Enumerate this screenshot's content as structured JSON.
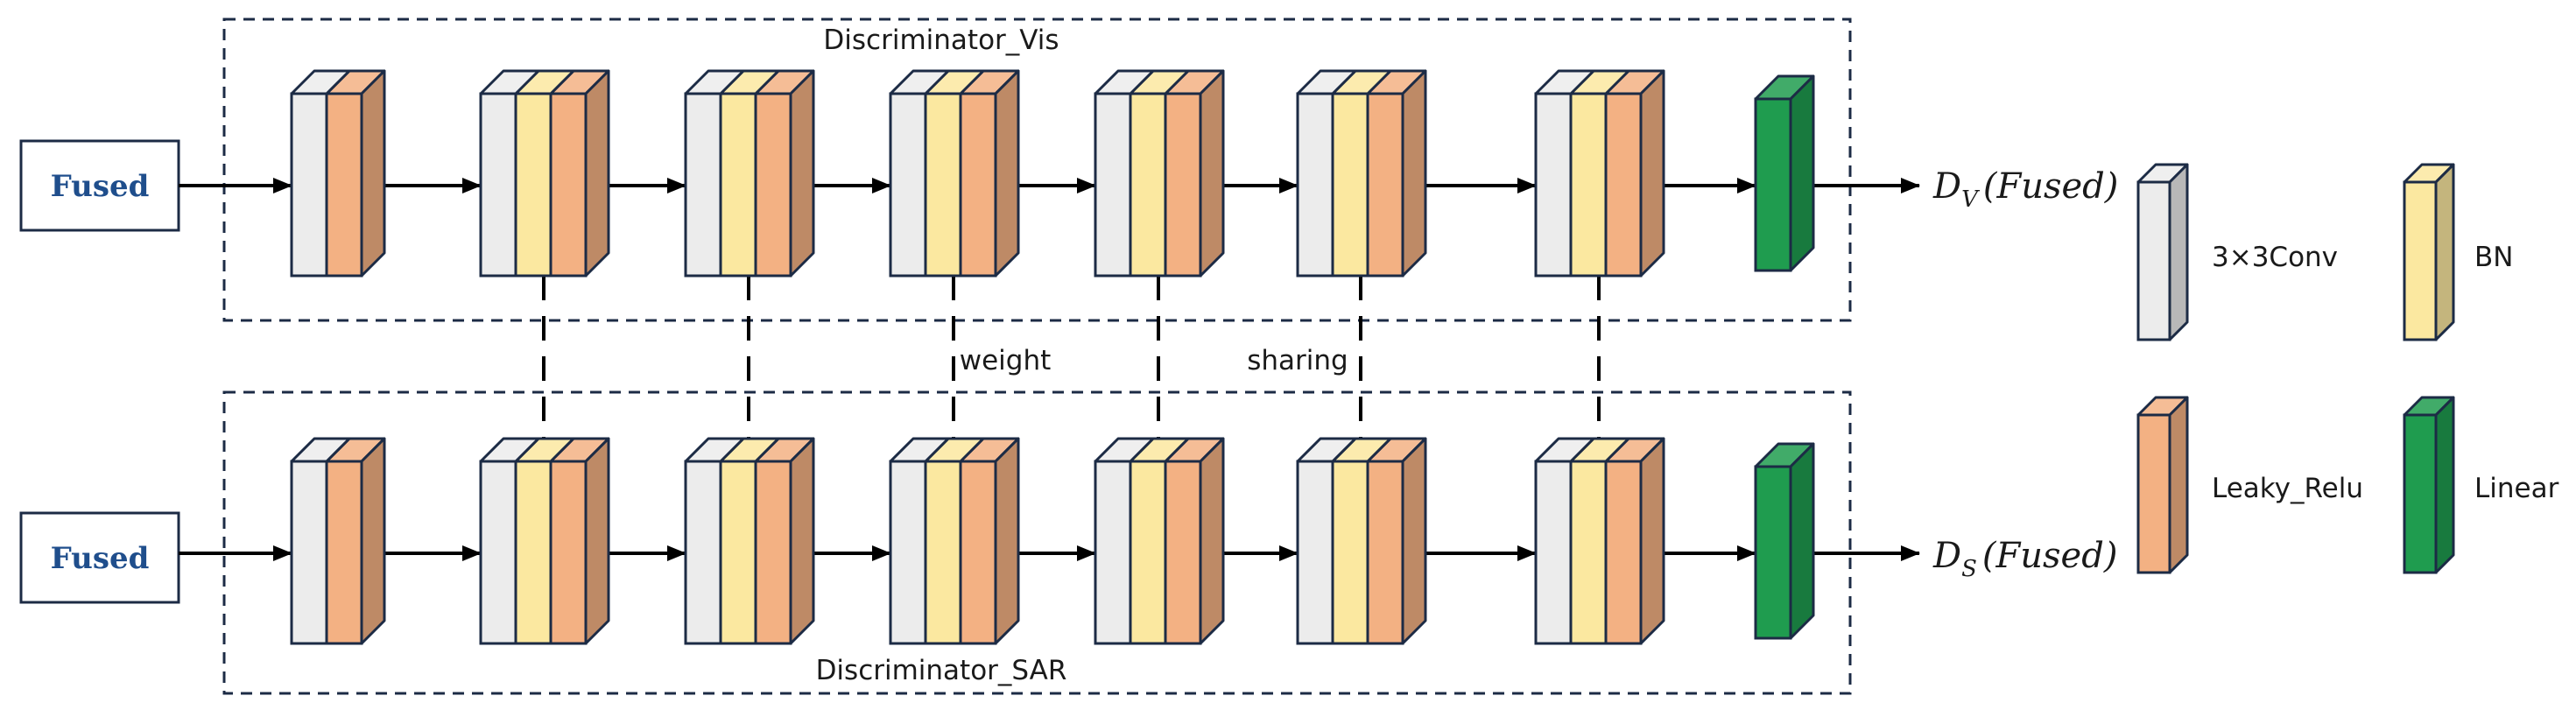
{
  "colors": {
    "conv": "#ececec",
    "bn": "#fbe8a0",
    "leaky": "#f3b183",
    "linear": "#1f9c4f",
    "outline": "#1c2b45",
    "fused_text": "#1f4e8c"
  },
  "top_branch": {
    "title": "Discriminator_Vis",
    "input_label": "Fused",
    "output": {
      "symbol": "D",
      "subscript": "V",
      "arg": "(Fused)"
    }
  },
  "bottom_branch": {
    "title": "Discriminator_SAR",
    "input_label": "Fused",
    "output": {
      "symbol": "D",
      "subscript": "S",
      "arg": "(Fused)"
    }
  },
  "sharing": {
    "label_1": "weight",
    "label_2": "sharing"
  },
  "stages": [
    [
      "conv",
      "leaky"
    ],
    [
      "conv",
      "bn",
      "leaky"
    ],
    [
      "conv",
      "bn",
      "leaky"
    ],
    [
      "conv",
      "bn",
      "leaky"
    ],
    [
      "conv",
      "bn",
      "leaky"
    ],
    [
      "conv",
      "bn",
      "leaky"
    ],
    [
      "conv",
      "bn",
      "leaky"
    ],
    [
      "linear"
    ]
  ],
  "legend": [
    {
      "key": "conv",
      "label": "3×3Conv",
      "icon": "conv-layer-icon"
    },
    {
      "key": "bn",
      "label": "BN",
      "icon": "bn-layer-icon"
    },
    {
      "key": "leaky",
      "label": "Leaky_Relu",
      "icon": "leaky-relu-layer-icon"
    },
    {
      "key": "linear",
      "label": "Linear",
      "icon": "linear-layer-icon"
    }
  ]
}
